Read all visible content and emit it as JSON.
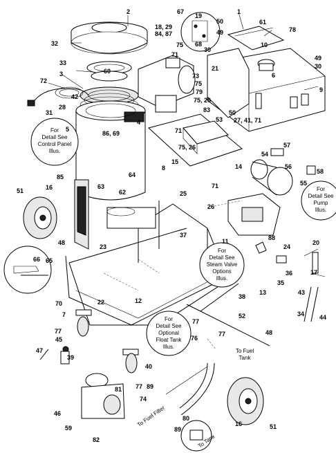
{
  "callouts": {
    "c1": "1",
    "c2": "2",
    "c3": "3",
    "c4": "4",
    "c5": "5",
    "c6": "6",
    "c7": "7",
    "c8": "8",
    "c9": "9",
    "c10": "10",
    "c11": "11",
    "c12": "12",
    "c13": "13",
    "c14": "14",
    "c15": "15",
    "c16a": "16",
    "c16b": "16",
    "c17": "17",
    "c18": "18, 29",
    "c18b": "84, 87",
    "c19": "19",
    "c20": "20",
    "c21": "21",
    "c22": "22",
    "c23": "23",
    "c24": "24",
    "c25": "25",
    "c26a": "26",
    "c27": "27, 41, 71",
    "c28": "28",
    "c30a": "30",
    "c30b": "30",
    "c31": "31",
    "c32": "32",
    "c33": "33",
    "c34": "34",
    "c35": "35",
    "c36": "36",
    "c37": "37",
    "c38": "38",
    "c39": "39",
    "c40": "40",
    "c42": "42",
    "c43": "43",
    "c44": "44",
    "c45": "45",
    "c46": "46",
    "c47": "47",
    "c48a": "48",
    "c48b": "48",
    "c49a": "49",
    "c49b": "49",
    "c50a": "50",
    "c50b": "50",
    "c51a": "51",
    "c51b": "51",
    "c52": "52",
    "c53": "53",
    "c54": "54",
    "c55": "55",
    "c56": "56",
    "c57": "57",
    "c58": "58",
    "c59": "59",
    "c60": "60",
    "c61": "61",
    "c62": "62",
    "c63": "63",
    "c64": "64",
    "c65": "65",
    "c66": "66",
    "c67": "67",
    "c68": "68",
    "c70": "70",
    "c71a": "71",
    "c71b": "71",
    "c71c": "71",
    "c72": "72",
    "c73": "73",
    "c74": "74",
    "c75a": "75",
    "c75b": "75",
    "c75c": "75, 26",
    "c76": "76",
    "c77a": "77",
    "c77b": "77",
    "c77c": "77",
    "c77d": "77",
    "c78": "78",
    "c79": "79",
    "c80": "80",
    "c81": "81",
    "c82": "82",
    "c83": "83",
    "c85": "85",
    "c86": "86, 69",
    "c88": "88",
    "c89a": "89",
    "c89b": "89",
    "c26b": "26"
  },
  "notes": {
    "control_panel": [
      "For",
      "Detail See",
      "Control Panel",
      "Illus."
    ],
    "pump": [
      "For",
      "Detail See",
      "Pump",
      "Illus."
    ],
    "steam_valve": [
      "For",
      "Detail See",
      "Steam Valve",
      "Options",
      "Illus."
    ],
    "float_tank": [
      "For",
      "Detail See",
      "Optional",
      "Float Tank",
      "Illus."
    ]
  },
  "labels": {
    "to_fuel_tank_1": "To Fuel",
    "to_fuel_tank_2": "Tank",
    "to_fuel_filter": "To Fuel Filter",
    "to_tank": "To Tank"
  }
}
